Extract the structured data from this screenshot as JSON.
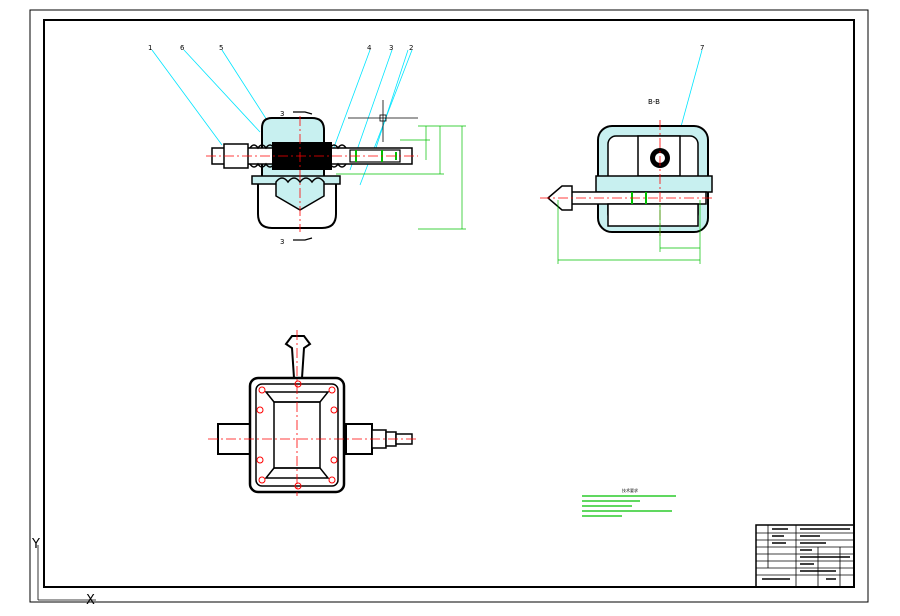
{
  "sheet": {
    "section_marker": "3",
    "section_title": "B-B"
  },
  "colors": {
    "outline": "#000000",
    "leader": "#00e5ff",
    "center": "#ff0000",
    "dimension": "#00c000",
    "fill": "#c8f0f0",
    "hatch": "#000000"
  },
  "callouts": {
    "top_view": [
      "1",
      "6",
      "5",
      "4",
      "3",
      "2"
    ],
    "section_view": [
      "7"
    ]
  },
  "notes_title": "技术要求",
  "axis_glyphs": {
    "y": "Y",
    "x": "X"
  }
}
